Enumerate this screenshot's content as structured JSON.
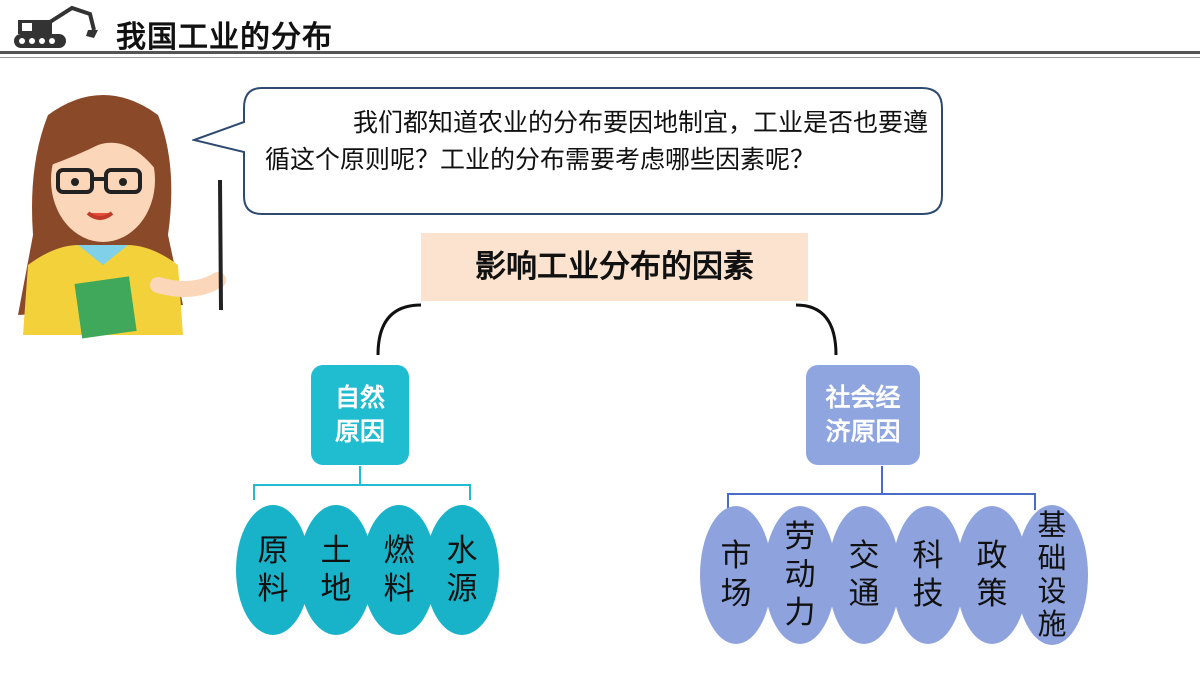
{
  "header": {
    "title": "我国工业的分布",
    "logo_icon": "excavator-icon"
  },
  "speech": {
    "text": "我们都知道农业的分布要因地制宜，工业是否也要遵循这个原则呢？工业的分布需要考虑哪些因素呢？"
  },
  "diagram": {
    "root": "影响工业分布的因素",
    "natural": {
      "label_line1": "自然",
      "label_line2": "原因",
      "items": [
        {
          "l1": "原",
          "l2": "料"
        },
        {
          "l1": "土",
          "l2": "地"
        },
        {
          "l1": "燃",
          "l2": "料"
        },
        {
          "l1": "水",
          "l2": "源"
        }
      ]
    },
    "social": {
      "label_line1": "社会经",
      "label_line2": "济原因",
      "items": [
        {
          "l1": "市",
          "l2": "场"
        },
        {
          "l1": "劳",
          "l2": "动",
          "l3": "力"
        },
        {
          "l1": "交",
          "l2": "通"
        },
        {
          "l1": "科",
          "l2": "技"
        },
        {
          "l1": "政",
          "l2": "策"
        },
        {
          "l1": "基",
          "l2": "础",
          "l3": "设",
          "l4": "施"
        }
      ]
    }
  },
  "colors": {
    "natural": "#20bcd0",
    "social": "#8fa5e0",
    "root_bg": "#fbe3cf"
  }
}
